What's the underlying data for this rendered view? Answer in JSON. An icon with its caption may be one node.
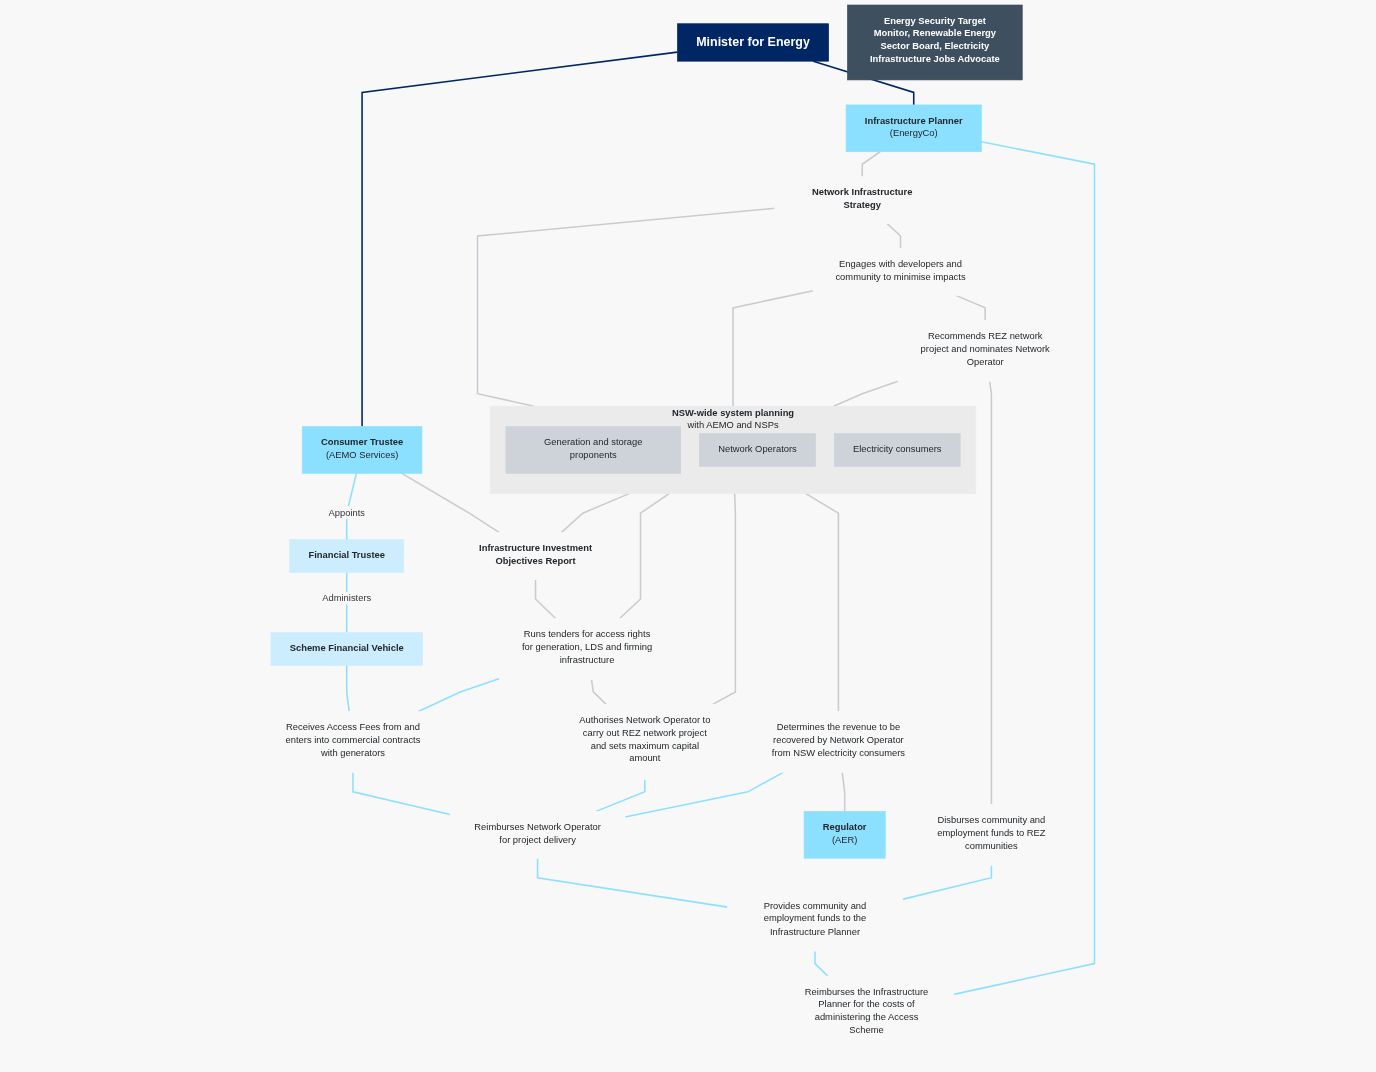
{
  "diagram": {
    "nodes": [
      {
        "text": [
          "Minister for Energy"
        ]
      },
      {
        "text": [
          "Infrastructure Planner",
          "(EnergyCo)"
        ]
      },
      {
        "text": [
          "Consumer Trustee",
          "(AEMO Services)"
        ]
      },
      {
        "text": [
          "Financial Trustee"
        ]
      },
      {
        "text": [
          "Network Infrastructure Strategy"
        ]
      },
      {
        "text": [
          "Engages with developers and community to minimise impacts"
        ]
      },
      {
        "text": [
          "Recommends REZ network project and nominates Network Operator"
        ]
      },
      {
        "text": [
          "Disburses community and employment funds to REZ communities"
        ]
      },
      {
        "text": [
          "NSW-wide system planning",
          "with AEMO and NSPs"
        ]
      },
      {
        "text": [
          "Generation and storage proponents"
        ],
        "in": 8
      },
      {
        "text": [
          "Network Operators"
        ],
        "in": 8
      },
      {
        "text": [
          "Electricity consumers"
        ],
        "in": 8
      },
      {
        "text": [
          "Determines the revenue to be recovered by Network Operator from NSW electricity consumers"
        ]
      },
      {
        "text": [
          "Regulator",
          "(AER)"
        ]
      },
      {
        "text": [
          "Infrastructure Investment Objectives Report"
        ]
      },
      {
        "text": [
          "Runs tenders for access rights for generation, LDS and firming infrastructure"
        ]
      },
      {
        "text": [
          "Authorises Network Operator to carry out REZ network project and sets maximum capital amount"
        ]
      },
      {
        "text": [
          "Scheme Financial Vehicle"
        ]
      },
      {
        "text": [
          "Receives Access Fees from and enters into commercial contracts with generators"
        ]
      },
      {
        "text": [
          "Reimburses Network Operator for project delivery"
        ]
      },
      {
        "text": [
          "Provides community and employment funds to the Infrastructure Planner"
        ]
      },
      {
        "text": [
          "Reimburses the Infrastructure Planner for the costs of administering the Access Scheme"
        ]
      },
      {
        "text": [
          "Energy Security Target Monitor, Renewable Energy Sector Board, Electricity Infrastructure Jobs Advocate"
        ]
      }
    ],
    "edges": [
      {
        "from": 0,
        "to": 1,
        "arrow": "none",
        "color": "#002664"
      },
      {
        "from": 0,
        "to": 2,
        "arrow": "none",
        "color": "#002664"
      },
      {
        "from": 2,
        "to": 3,
        "arrow": "none",
        "label": "Appoints",
        "color": "#8ce0ff"
      },
      {
        "from": 1,
        "to": 4,
        "arrow": "none"
      },
      {
        "from": 4,
        "to": 5,
        "arrow": "none"
      },
      {
        "from": 5,
        "to": 6,
        "arrow": "none"
      },
      {
        "from": 6,
        "to": 7,
        "arrow": "none"
      },
      {
        "from": 4,
        "to": 8,
        "arrow": "none"
      },
      {
        "from": 5,
        "to": 8,
        "arrow": "none"
      },
      {
        "from": 6,
        "to": 8,
        "arrow": "none"
      },
      {
        "from": 2,
        "to": 14,
        "arrow": "none"
      },
      {
        "from": 14,
        "to": 15,
        "arrow": "none"
      },
      {
        "from": 15,
        "to": 16,
        "arrow": "none"
      },
      {
        "from": 8,
        "to": 14,
        "arrow": "none"
      },
      {
        "from": 8,
        "to": 15,
        "arrow": "none"
      },
      {
        "from": 8,
        "to": 16,
        "arrow": "none"
      },
      {
        "from": 8,
        "to": 12,
        "arrow": "none"
      },
      {
        "from": 12,
        "to": 13,
        "arrow": "none"
      },
      {
        "from": 3,
        "to": 17,
        "arrow": "none",
        "label": "Administers",
        "color": "#8ce0ff"
      },
      {
        "from": 17,
        "to": 18,
        "arrow": "none",
        "color": "#8ce0ff"
      },
      {
        "from": 15,
        "to": 18,
        "arrow": "none",
        "color": "#8ce0ff"
      },
      {
        "from": 18,
        "to": 19,
        "arrow": "none",
        "color": "#8ce0ff"
      },
      {
        "from": 16,
        "to": 19,
        "arrow": "none",
        "color": "#8ce0ff"
      },
      {
        "from": 12,
        "to": 19,
        "arrow": "none",
        "color": "#8ce0ff"
      },
      {
        "from": 19,
        "to": 20,
        "arrow": "none",
        "color": "#8ce0ff"
      },
      {
        "from": 20,
        "to": 21,
        "arrow": "none",
        "color": "#8ce0ff"
      },
      {
        "from": 7,
        "to": 20,
        "arrow": "none",
        "color": "#8ce0ff"
      },
      {
        "from": 1,
        "to": 21,
        "arrow": "none",
        "color": "#8ce0ff"
      }
    ]
  }
}
